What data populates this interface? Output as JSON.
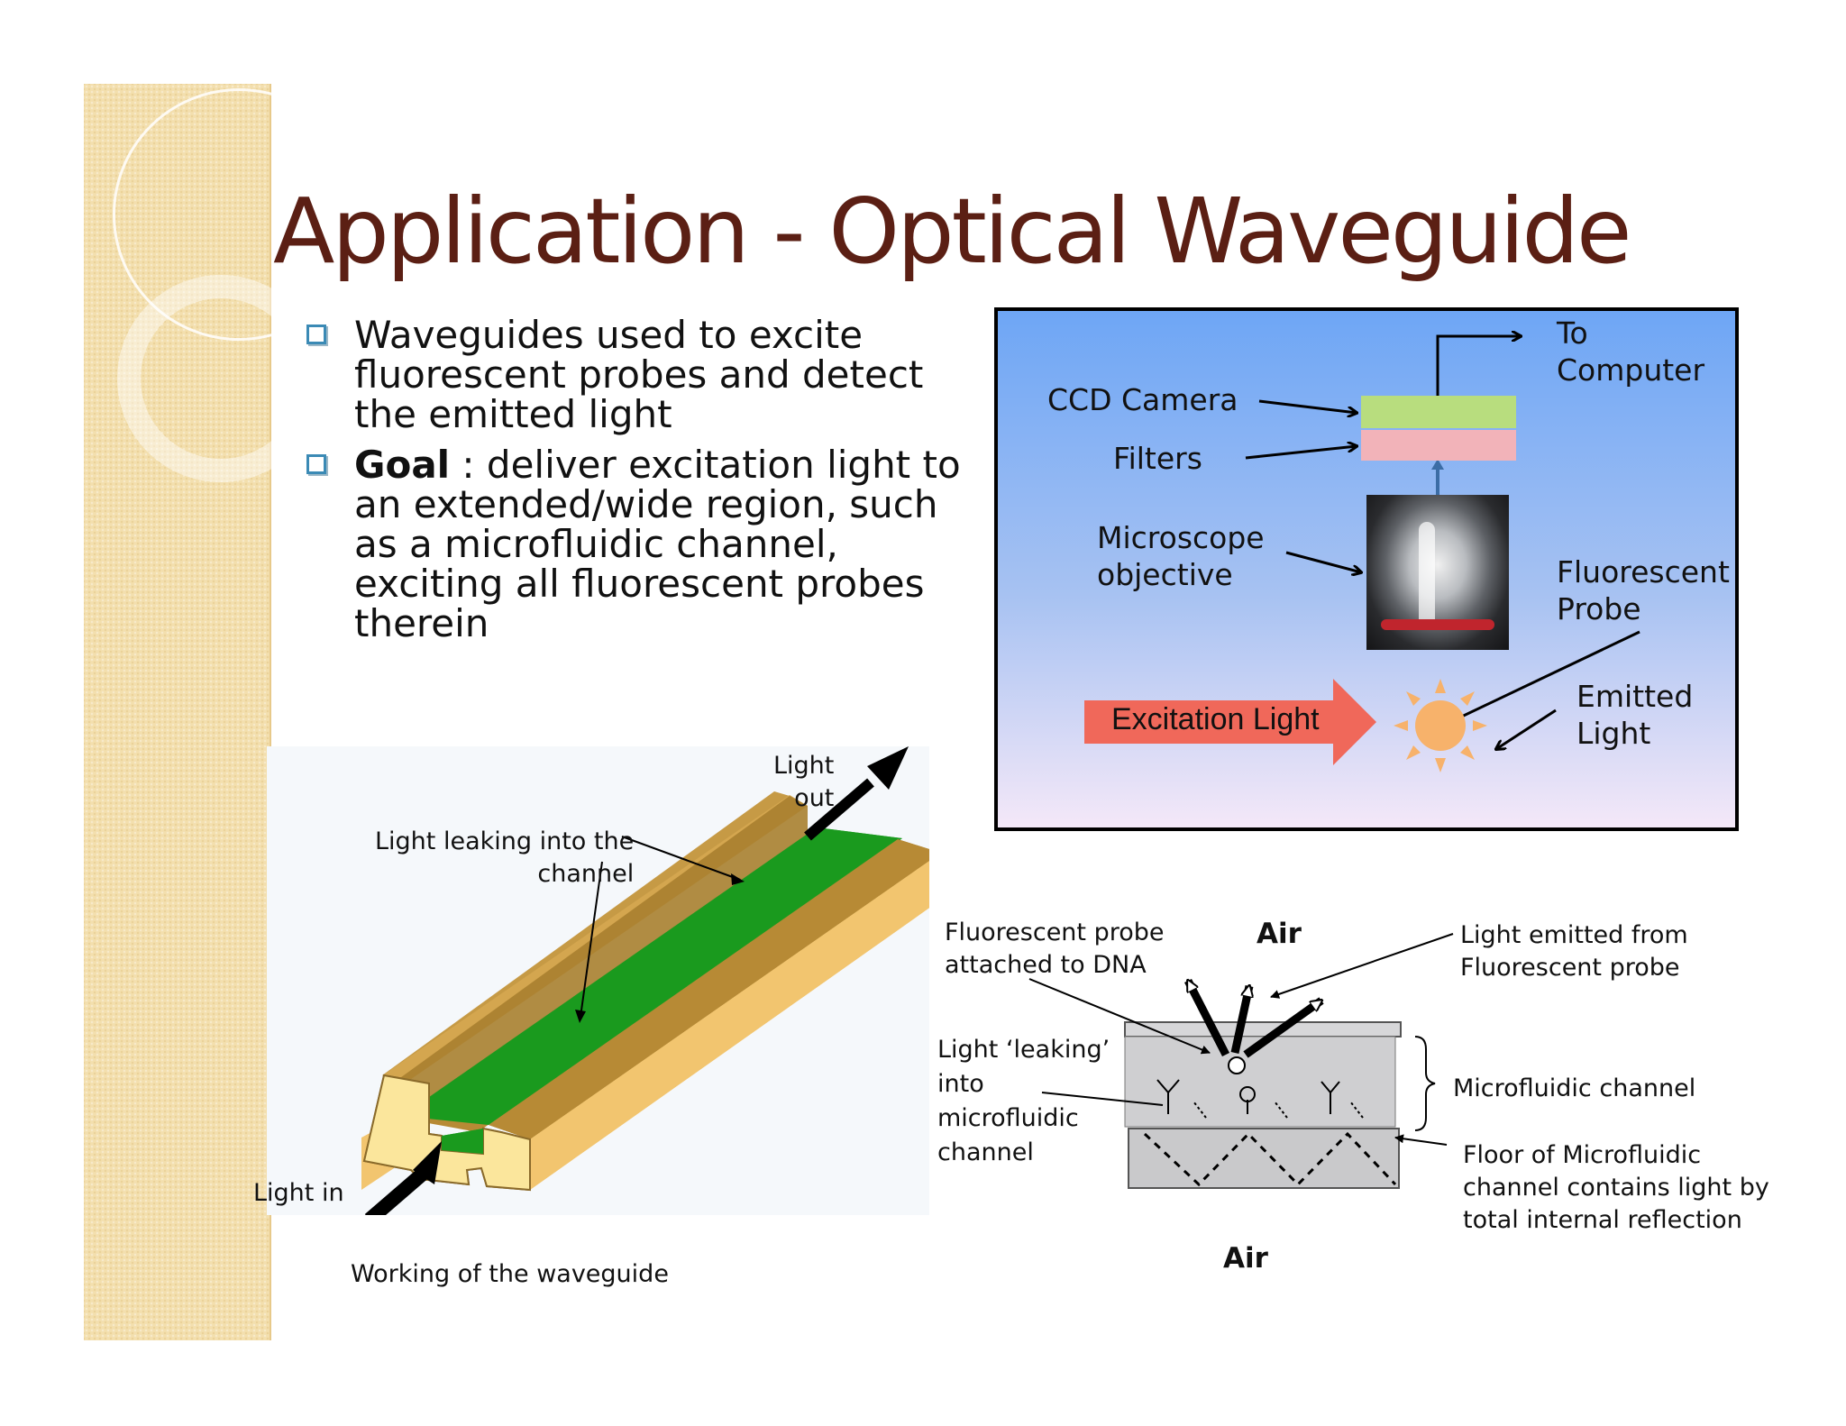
{
  "slide": {
    "title": "Application - Optical Waveguide",
    "bullets": [
      {
        "text": "Waveguides used to excite fluorescent probes and detect the emitted light"
      },
      {
        "bold": "Goal",
        "text": " : deliver excitation light to an extended/wide region, such as a microfluidic channel, exciting all fluorescent probes therein"
      }
    ]
  },
  "microscope": {
    "to_computer": [
      "To",
      "Computer"
    ],
    "ccd_camera": "CCD Camera",
    "filters": "Filters",
    "objective": [
      "Microscope",
      "objective"
    ],
    "fluorescent_probe": [
      "Fluorescent",
      "Probe"
    ],
    "emitted_light": [
      "Emitted",
      "Light"
    ],
    "excitation_light": "Excitation Light",
    "colors": {
      "ccd": "#b8dd7e",
      "filter": "#f2b3b9",
      "excitation": "#f0685a",
      "sun": "#f7b26b"
    }
  },
  "waveguide": {
    "light_out": [
      "Light",
      "out"
    ],
    "light_leaking": [
      "Light leaking into the",
      "channel"
    ],
    "light_in": "Light in",
    "caption": "Working of the waveguide",
    "colors": {
      "wall": "#f2c56f",
      "wall_dark": "#b78a35",
      "channel": "#1a9a1e"
    }
  },
  "channel_diagram": {
    "air_top": "Air",
    "air_bottom": "Air",
    "probe_dna": [
      "Fluorescent probe",
      "attached to DNA"
    ],
    "emitted_from": [
      "Light emitted from",
      "Fluorescent probe"
    ],
    "leaking": [
      "Light ‘leaking’",
      "into",
      "microfluidic",
      "channel"
    ],
    "microfluidic_channel": "Microfluidic channel",
    "floor": [
      "Floor of Microfluidic",
      "channel contains light by",
      "total internal reflection"
    ]
  }
}
